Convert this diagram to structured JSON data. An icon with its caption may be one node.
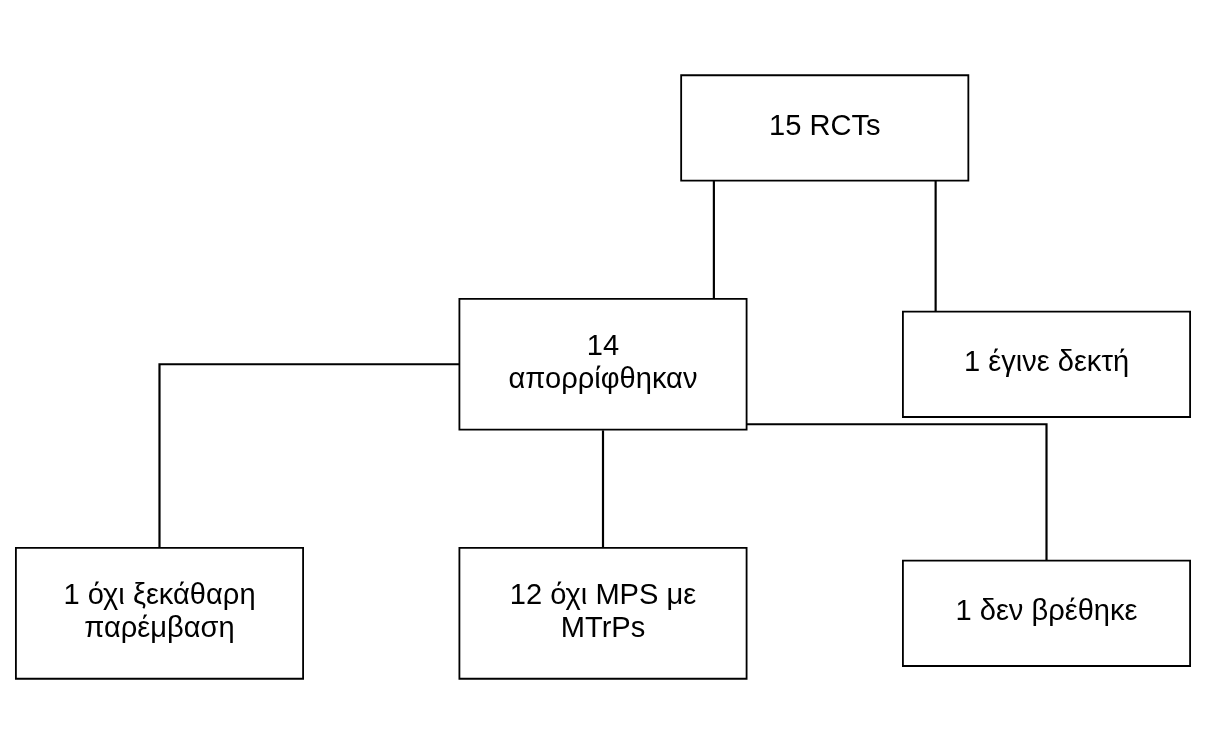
{
  "diagram": {
    "nodes": [
      {
        "text": [
          "15 RCTs"
        ]
      },
      {
        "text": [
          "14 απορρίφθηκαν"
        ]
      },
      {
        "text": [
          "1 έγινε δεκτή"
        ]
      },
      {
        "text": [
          "1 όχι ξεκάθαρη παρέμβαση"
        ]
      },
      {
        "text": [
          "12 όχι MPS με MTrPs"
        ]
      },
      {
        "text": [
          "1 δεν βρέθηκε"
        ]
      }
    ],
    "edges": [
      {
        "from": 0,
        "to": 1,
        "arrow": "none"
      },
      {
        "from": 0,
        "to": 2,
        "arrow": "none"
      },
      {
        "from": 1,
        "to": 3,
        "arrow": "none"
      },
      {
        "from": 1,
        "to": 4,
        "arrow": "none"
      },
      {
        "from": 1,
        "to": 5,
        "arrow": "none"
      }
    ]
  }
}
